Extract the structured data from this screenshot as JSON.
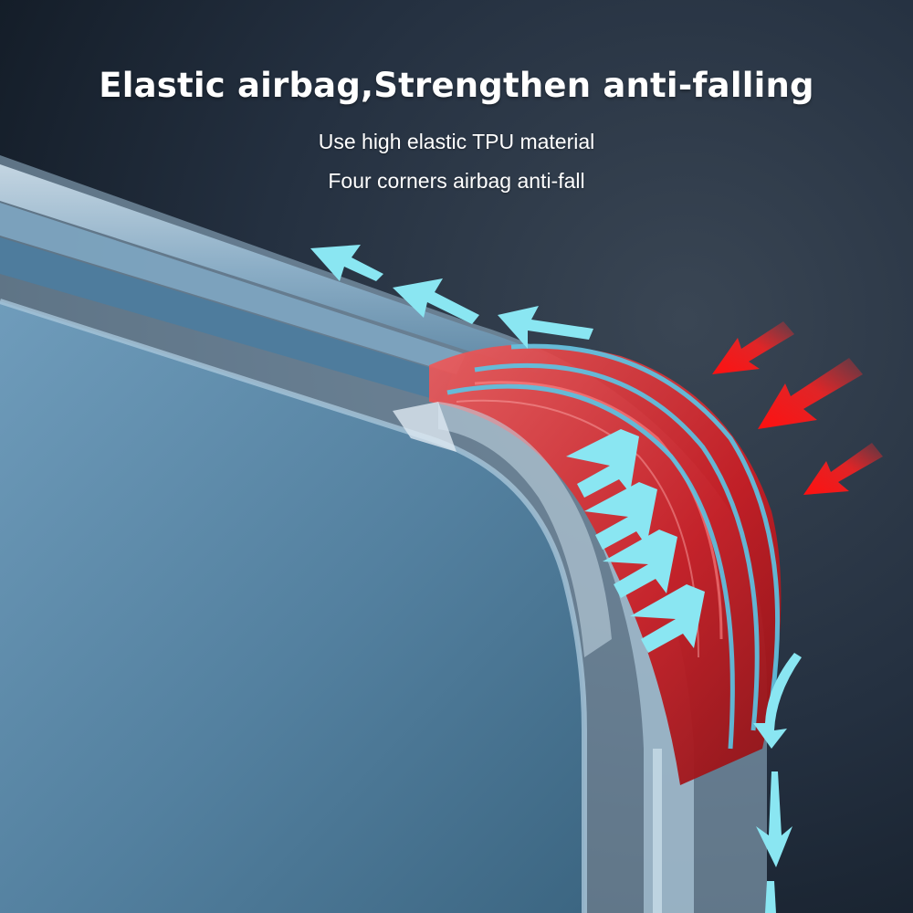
{
  "headline": "Elastic airbag,Strengthen anti-falling",
  "features": [
    "Use high elastic TPU material",
    "Four corners airbag anti-fall"
  ],
  "colors": {
    "background_top": "#2b3542",
    "background_bottom": "#151f2b",
    "screen_blue": "#5f8fb0",
    "airbag_red": "#d2232a",
    "impact_arrow": "#ff1a1a",
    "dispersion_arrow": "#7fe3f0"
  },
  "illustration": {
    "subject": "phone-case-corner-airbag",
    "icons": [
      "impact-arrow-icon",
      "dispersion-arrow-icon",
      "shock-wave-icon"
    ]
  }
}
